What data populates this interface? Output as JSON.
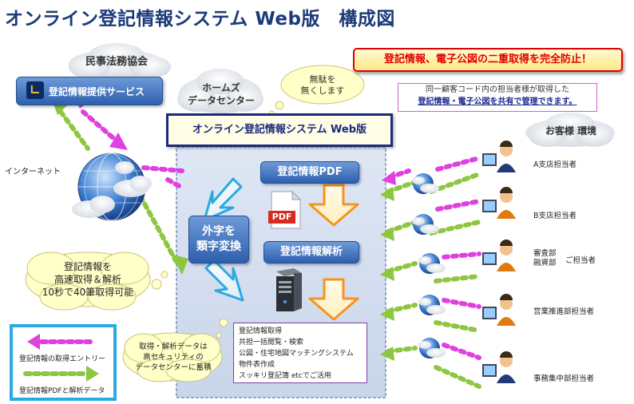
{
  "title": "オンライン登記情報システム Web版　構成図",
  "minji": {
    "cloud_label": "民事法務協会",
    "service_label": "登記情報提供サービス"
  },
  "homes_dc": {
    "line1": "ホームズ",
    "line2": "データセンター"
  },
  "muda": {
    "line1": "無駄を",
    "line2": "無くします"
  },
  "banner": "登記情報、電子公図の二重取得を完全防止！",
  "shared_note": {
    "line1": "同一顧客コード内の担当者様が取得した",
    "line2": "登記情報・電子公図を共有で管理できます。"
  },
  "system_box_title": "オンライン登記情報システム Web版",
  "internet_label": "インターネット",
  "customer_env": "お客様 環境",
  "blocks": {
    "pdf": "登記情報PDF",
    "gaiji": {
      "line1": "外字を",
      "line2": "類字変換"
    },
    "analysis": "登記情報解析",
    "pdf_icon": "PDF"
  },
  "features": [
    "登記情報取得",
    "共担一括閲覧・検索",
    "公図・住宅地図マッチングシステム",
    "物件表作成",
    "スッキリ登記簿 etcでご活用"
  ],
  "speed": {
    "line1": "登記情報を",
    "line2": "高速取得＆解析",
    "line3": "10秒で40筆取得可能"
  },
  "security": {
    "line1": "取得・解析データは",
    "line2": "高セキュリティの",
    "line3": "データセンターに蓄積"
  },
  "legend": {
    "entry": "登記情報の取得エントリー",
    "data": "登記情報PDFと解析データ"
  },
  "users": [
    {
      "label": "A支店担当者"
    },
    {
      "label": "B支店担当者"
    },
    {
      "label": "審査部\n融資部",
      "suffix": "ご担当者"
    },
    {
      "label": "営業推進部担当者"
    },
    {
      "label": "事務集中部担当者"
    }
  ],
  "colors": {
    "title": "#1b3a7a",
    "magenta": "#e040e0",
    "green": "#8dc63f",
    "banner_red": "#e00000",
    "box_navy": "#1a2a7a"
  }
}
